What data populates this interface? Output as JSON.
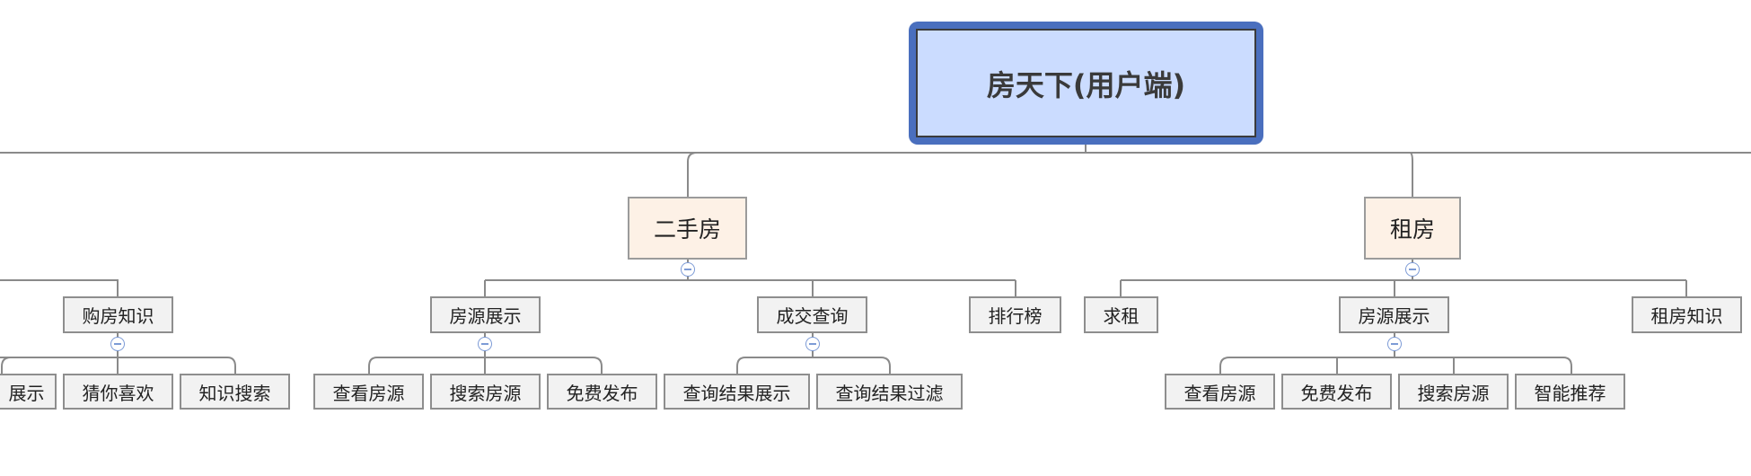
{
  "root": {
    "label": "房天下(用户端)"
  },
  "branches": [
    {
      "label": "二手房",
      "children": [
        {
          "label": "房源展示",
          "children": [
            {
              "label": "查看房源"
            },
            {
              "label": "搜索房源"
            },
            {
              "label": "免费发布"
            }
          ]
        },
        {
          "label": "成交查询",
          "children": [
            {
              "label": "查询结果展示"
            },
            {
              "label": "查询结果过滤"
            }
          ]
        },
        {
          "label": "排行榜"
        }
      ]
    },
    {
      "label": "租房",
      "children": [
        {
          "label": "求租"
        },
        {
          "label": "房源展示",
          "children": [
            {
              "label": "查看房源"
            },
            {
              "label": "免费发布"
            },
            {
              "label": "搜索房源"
            },
            {
              "label": "智能推荐"
            }
          ]
        },
        {
          "label": "租房知识"
        }
      ]
    }
  ],
  "partial_left": {
    "children": [
      {
        "label": "购房知识",
        "children": [
          {
            "label": "展示"
          },
          {
            "label": "猜你喜欢"
          },
          {
            "label": "知识搜索"
          }
        ]
      }
    ]
  },
  "colors": {
    "root_border": "#4a6fbe",
    "root_fill": "#cbdcff",
    "branch_fill": "#fdf1e6",
    "leaf_fill": "#f2f2f2",
    "connector": "#8a8a8a",
    "collapse_icon": "#7d9bd6"
  }
}
